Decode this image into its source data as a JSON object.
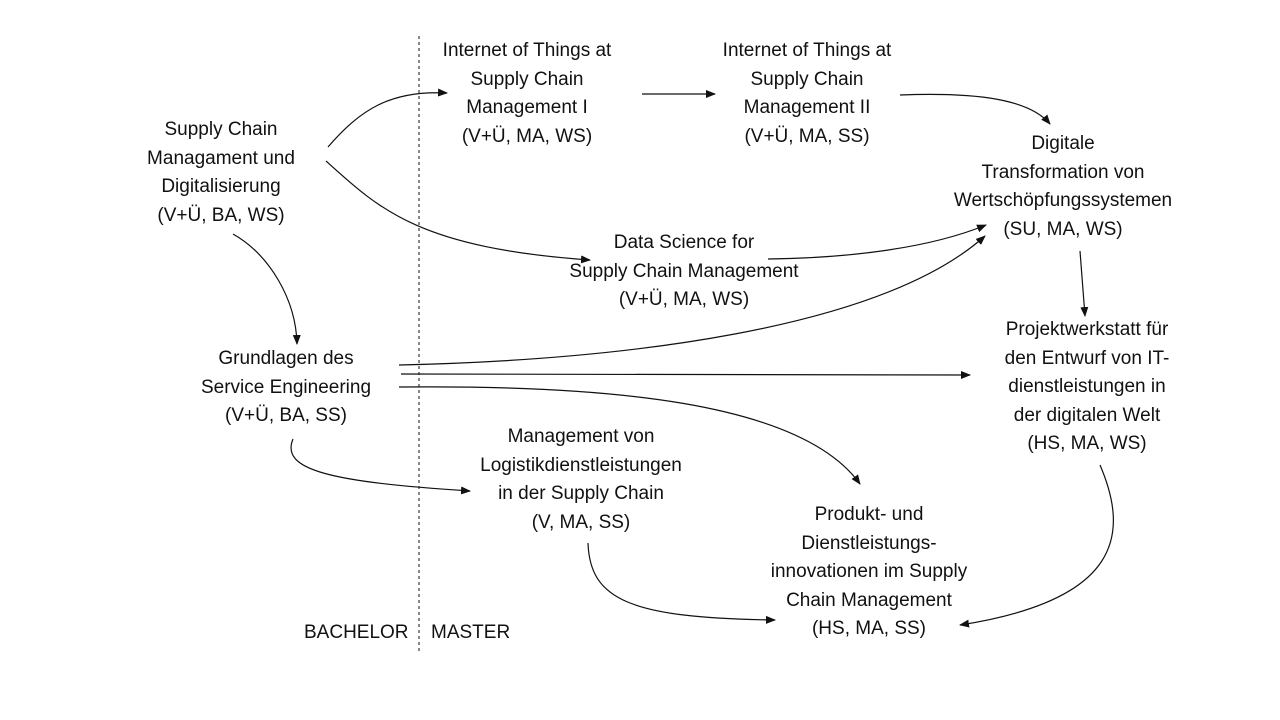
{
  "nodes": {
    "supply_chain_management": {
      "lines": [
        "Supply Chain",
        "Managament und",
        "Digitalisierung",
        "(V+Ü, BA, WS)"
      ]
    },
    "iot_scm_1": {
      "lines": [
        "Internet of Things at",
        "Supply Chain",
        "Management I",
        "(V+Ü, MA, WS)"
      ]
    },
    "iot_scm_2": {
      "lines": [
        "Internet of Things at",
        "Supply Chain",
        "Management II",
        "(V+Ü, MA, SS)"
      ]
    },
    "digitale_transformation": {
      "lines": [
        "Digitale",
        "Transformation von",
        "Wertschöpfungssystemen",
        "(SU, MA, WS)"
      ]
    },
    "data_science": {
      "lines": [
        "Data Science for",
        "Supply Chain Management",
        "(V+Ü, MA, WS)"
      ]
    },
    "grundlagen_service": {
      "lines": [
        "Grundlagen des",
        "Service Engineering",
        "(V+Ü, BA, SS)"
      ]
    },
    "projektwerkstatt": {
      "lines": [
        "Projektwerkstatt für",
        "den Entwurf von IT-",
        "dienstleistungen in",
        "der digitalen Welt",
        "(HS, MA, WS)"
      ]
    },
    "management_logistik": {
      "lines": [
        "Management von",
        "Logistikdienstleistungen",
        "in der Supply Chain",
        "(V, MA, SS)"
      ]
    },
    "produkt_innovationen": {
      "lines": [
        "Produkt- und",
        "Dienstleistungs-",
        "innovationen im Supply",
        "Chain Management",
        "(HS, MA, SS)"
      ]
    }
  },
  "labels": {
    "bachelor": "BACHELOR",
    "master": "MASTER"
  },
  "style": {
    "line_color": "#111111",
    "text_color": "#111111"
  }
}
